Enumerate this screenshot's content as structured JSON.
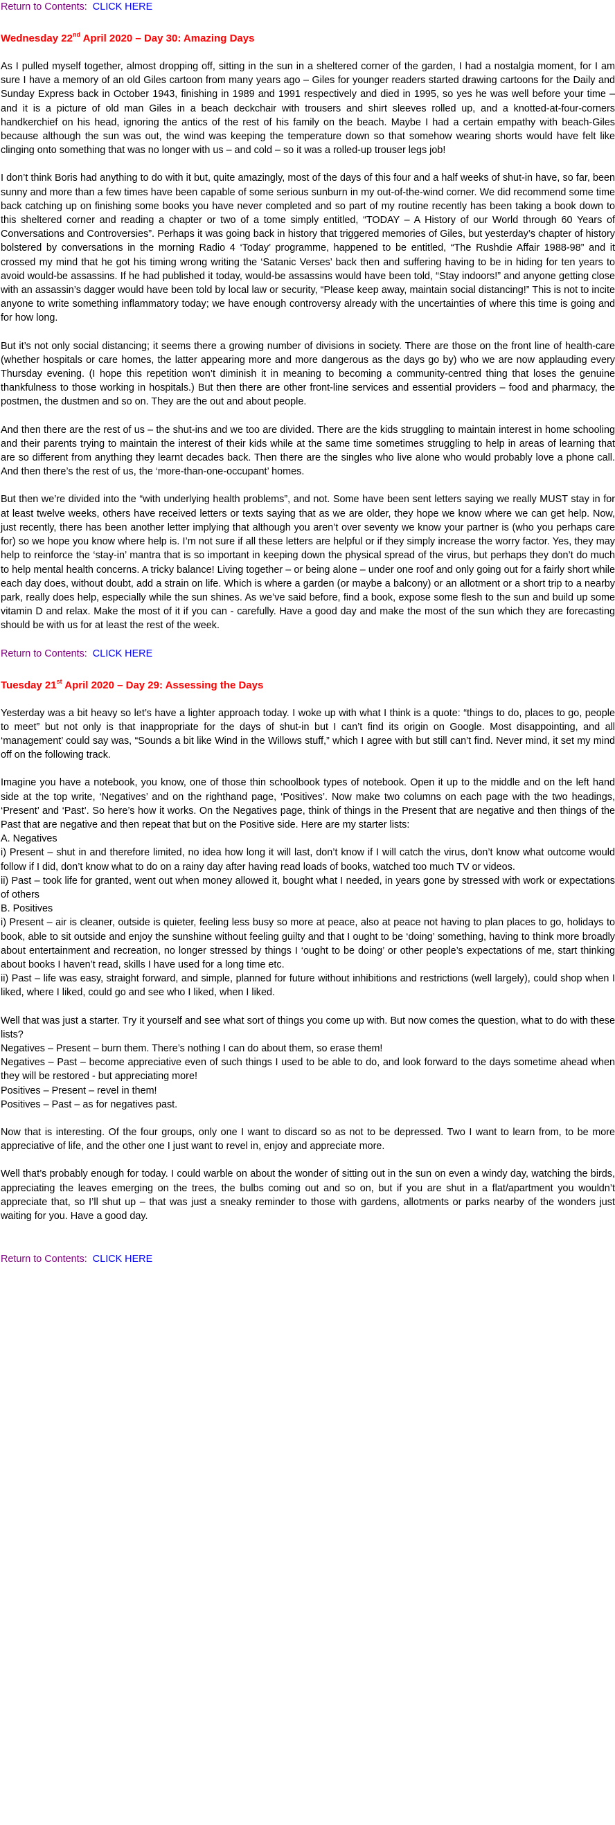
{
  "toc_link": {
    "prefix": "Return to Contents:",
    "link": "CLICK HERE"
  },
  "entry1": {
    "heading_pre": "Wednesday 22",
    "heading_sup": "nd",
    "heading_post": " April 2020 – Day 30: Amazing Days",
    "paragraphs": [
      "As I pulled myself together, almost dropping off, sitting in the sun in a sheltered corner of the garden, I had a nostalgia moment, for I am sure I have a memory of an old Giles cartoon from many years ago – Giles for younger readers started drawing cartoons for the Daily and Sunday Express back in October 1943, finishing in 1989 and 1991 respectively and died in 1995, so yes he was well before your time – and it is a picture of old man Giles in a beach deckchair with trousers and shirt sleeves rolled up, and a knotted-at-four-corners handkerchief on his head, ignoring the antics of the rest of his family on the beach.  Maybe I had a certain empathy with beach-Giles because although the sun was out, the wind was keeping the temperature down so that somehow wearing shorts would have felt like clinging onto something that was no longer with us – and cold – so it was a rolled-up trouser legs job!",
      "I don’t think Boris had anything to do with it but, quite amazingly, most of the days of this four and a half weeks of shut-in have, so far, been sunny and more than a few times have been capable of some serious sunburn in my out-of-the-wind corner. We did recommend some time back catching up on finishing some books you have never completed and so part of my routine recently has been taking a book down to this sheltered corner and reading a chapter or two of a tome simply entitled, “TODAY – A History of our World through 60 Years of Conversations and Controversies”. Perhaps it was going back in history that triggered memories of Giles, but yesterday’s chapter of history bolstered by conversations in the morning Radio 4 ‘Today’ programme, happened to be entitled, “The Rushdie Affair 1988-98” and it crossed my mind that he got his timing wrong writing the ‘Satanic Verses’ back then and suffering having to be in hiding for ten years to avoid would-be assassins. If he had published it today, would-be assassins would have been told, “Stay indoors!” and anyone getting close with an assassin’s dagger would have been told by local law or security, “Please keep away, maintain social distancing!” This is not to incite anyone to write something inflammatory today; we have enough controversy already with the uncertainties of where this time is going and for how long.",
      "But it’s not only social distancing; it seems there a growing number of divisions in society. There are those on the front line of health-care (whether hospitals or care homes, the latter appearing more and more dangerous as the days go by) who we are now applauding every Thursday evening. (I hope this repetition won’t diminish it in meaning to becoming a community-centred thing that loses the genuine thankfulness to those working in hospitals.) But then there are other front-line services and essential providers – food and pharmacy, the postmen, the dustmen and so on. They are the out and about people.",
      "And then there are the rest of us – the shut-ins and we too are divided. There are the kids struggling to maintain interest in home schooling and their parents trying to maintain the interest of their kids while at the same time sometimes struggling to help in areas of learning that are so different from anything they learnt decades back. Then there are the singles who live alone who would probably love a phone call. And then there’s the rest of us, the ‘more-than-one-occupant’ homes.",
      "But then we’re divided into the “with underlying health problems”, and not. Some have been sent letters saying we really MUST stay in for at least twelve weeks, others have received letters or texts saying that as we are older, they hope we know where we can get help. Now, just recently, there has been another letter implying that although you aren’t over seventy we know your partner is (who you perhaps care for) so we hope you know where help is. I’m not sure if all these letters are helpful or if they simply increase the worry factor. Yes, they may help to reinforce the ‘stay-in’ mantra that is so important in keeping down the physical spread of the virus, but perhaps they don’t do much to help mental health concerns. A tricky balance!  Living together – or being alone – under one roof and only going out for a fairly short while each day does, without doubt, add a strain on life.   Which is where a garden (or maybe a balcony) or an allotment or a short trip to a nearby park, really does help, especially while the sun shines. As we’ve said before, find a book, expose some flesh to the sun and build up some vitamin D and relax.  Make the most of it if you can - carefully. Have a good day and make the most of the sun which they are forecasting should be with us for at least the rest of the week."
    ]
  },
  "entry2": {
    "heading_pre": "Tuesday 21",
    "heading_sup": "st",
    "heading_post": " April 2020 –  Day 29: Assessing the Days",
    "para1": "Yesterday was a bit heavy so let’s have a lighter approach today. I woke up with what I think is a quote: “things to do, places to go, people to meet” but not only is that inappropriate for the days of shut-in but I can’t find its origin on Google. Most disappointing, and all ‘management’ could say was, “Sounds a bit like Wind in the Willows stuff,” which I agree with but still can’t find. Never mind, it set my mind off on the following track.",
    "para2": "Imagine you have a notebook, you know, one of those thin schoolbook types of notebook. Open it up to the middle and on the left hand side at the top write, ‘Negatives’ and on the righthand page, ‘Positives’.  Now make two columns on each page with the two headings, ‘Present’ and ‘Past’. So here’s how it works. On the Negatives page, think of things in the Present that are negative and then things of the Past that are negative and then repeat that but on the Positive side. Here are my starter lists:",
    "list": [
      "A. Negatives",
      "i) Present – shut in and therefore limited, no idea how long it will last, don’t know if I will catch the virus, don’t know what outcome would follow if I did, don’t know what to do on a rainy day after having read loads of books, watched too much TV or videos.",
      "ii) Past – took life for granted, went out when money allowed it, bought what I needed, in years gone by stressed with work or expectations of others",
      "B. Positives",
      "i) Present – air is cleaner, outside is quieter, feeling less busy so more at peace, also at peace not having to plan places to go, holidays to book, able to sit outside and enjoy the sunshine without feeling guilty and that I ought to be ‘doing’ something, having to think more broadly about entertainment and recreation, no longer stressed by things I ‘ought to be doing’ or other people’s expectations of me, start thinking about books I haven’t read, skills I have used for a long time etc.",
      "ii)  Past – life was easy, straight forward, and simple, planned for future without inhibitions and restrictions (well largely), could shop when I liked, where I liked, could go and see who I liked, when I liked."
    ],
    "para3_lines": [
      "Well that was just a starter. Try it yourself and see what sort of things you come up with. But now comes the question, what to do with these lists?",
      "Negatives – Present – burn them. There’s nothing I can do about them, so erase them!",
      "Negatives – Past – become appreciative even of such things I used to be able to do, and look forward to the days sometime ahead when they will be restored - but appreciating more!",
      "Positives – Present – revel in them!",
      "Positives – Past – as for negatives past."
    ],
    "para4": "Now that is interesting. Of the four groups, only one I want to discard so as not to be depressed. Two I want to learn from, to be more appreciative of life, and the other one I just want to revel in, enjoy and appreciate more.",
    "para5": "Well that’s probably enough for today. I could warble on about the wonder of sitting out in the sun on even a windy day, watching the birds, appreciating the leaves emerging on the trees, the bulbs coming out and so on, but if you are shut in a flat/apartment you wouldn’t appreciate that, so I’ll shut up – that was just a sneaky reminder to those with gardens, allotments or parks nearby of the wonders just waiting for you. Have a good day."
  }
}
